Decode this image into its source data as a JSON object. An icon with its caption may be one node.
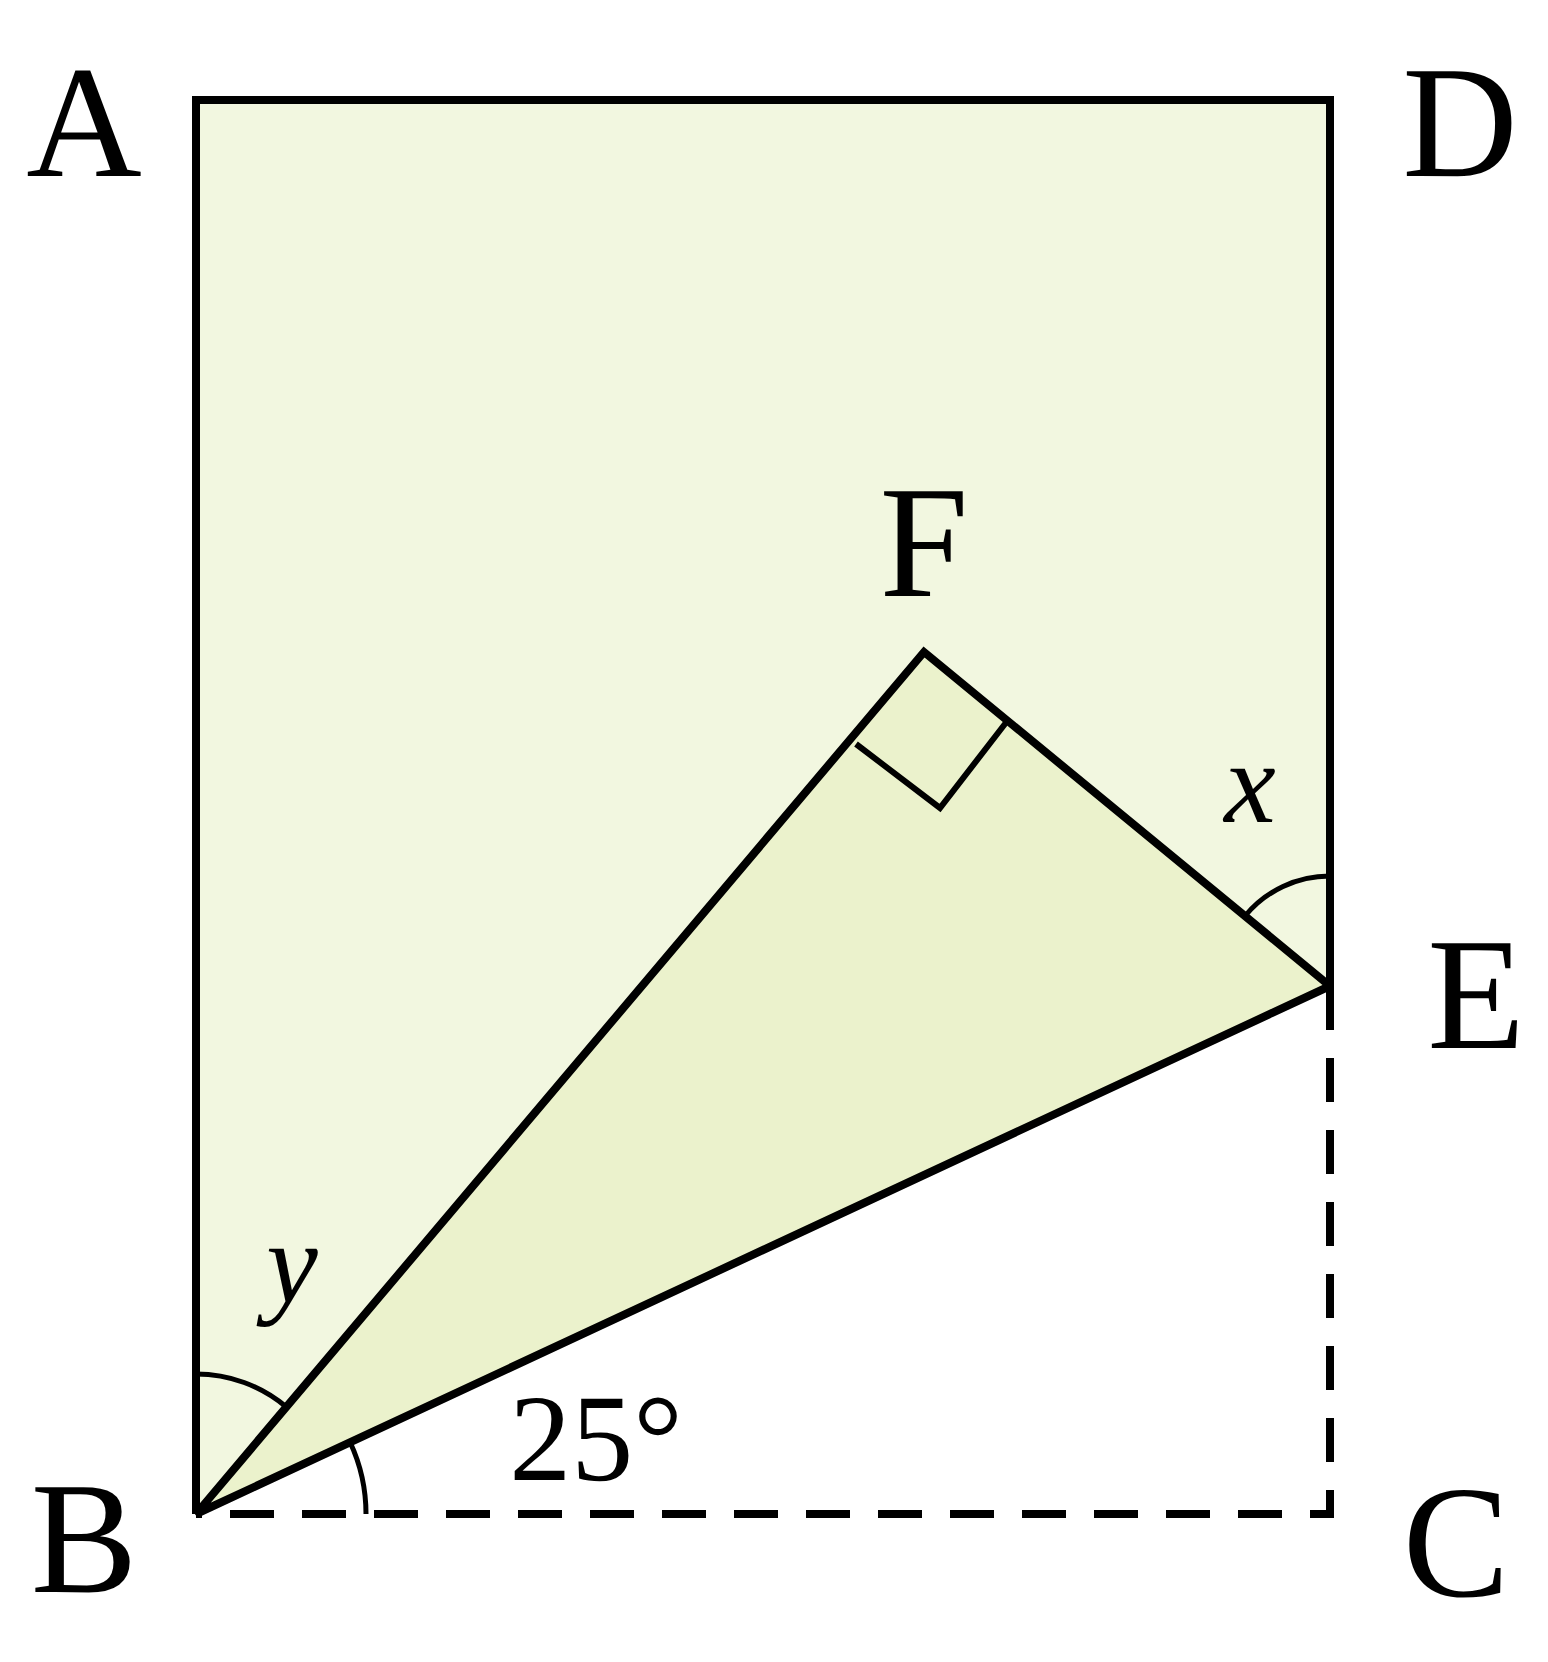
{
  "diagram": {
    "labels": [
      "A",
      "D",
      "F",
      "x",
      "E",
      "y",
      "B",
      "25°",
      "C"
    ]
  }
}
